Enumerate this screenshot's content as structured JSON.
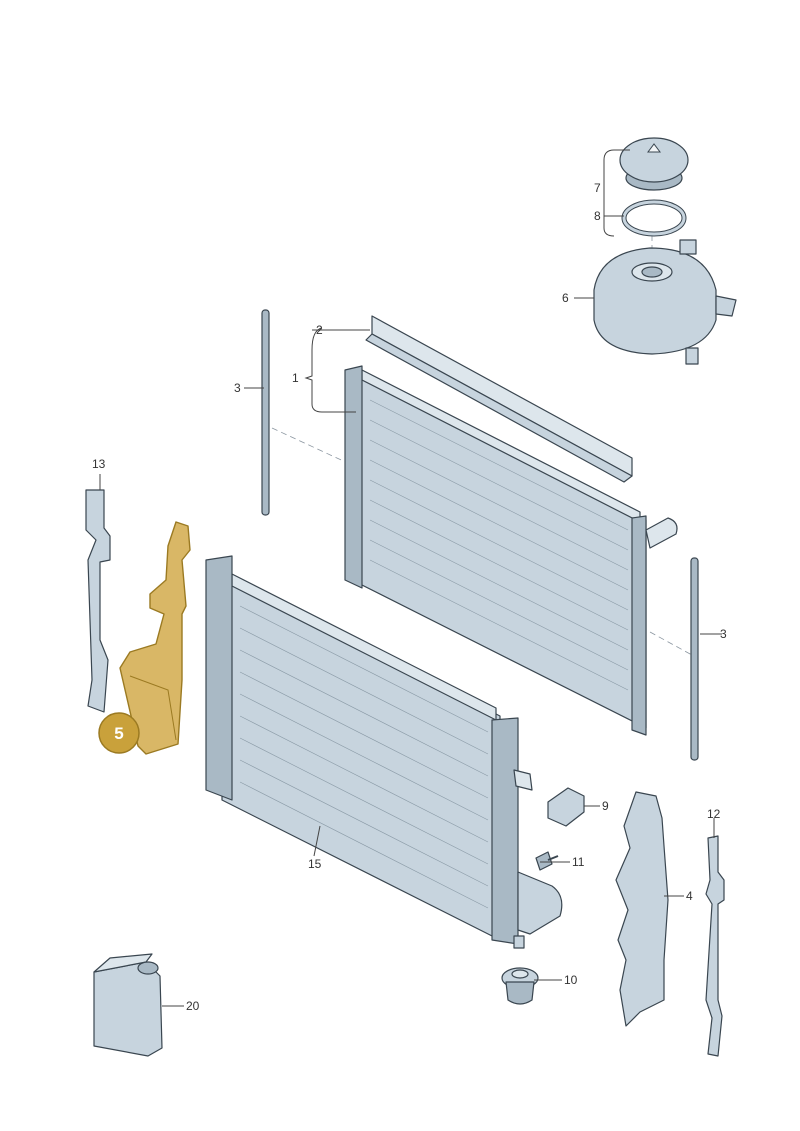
{
  "callouts": {
    "c1": "1",
    "c2": "2",
    "c3a": "3",
    "c3b": "3",
    "c4": "4",
    "c6": "6",
    "c7": "7",
    "c8": "8",
    "c9": "9",
    "c10": "10",
    "c11": "11",
    "c12": "12",
    "c13": "13",
    "c15": "15",
    "c20": "20"
  },
  "highlight": {
    "label": "5",
    "color": "#c9a13b"
  }
}
